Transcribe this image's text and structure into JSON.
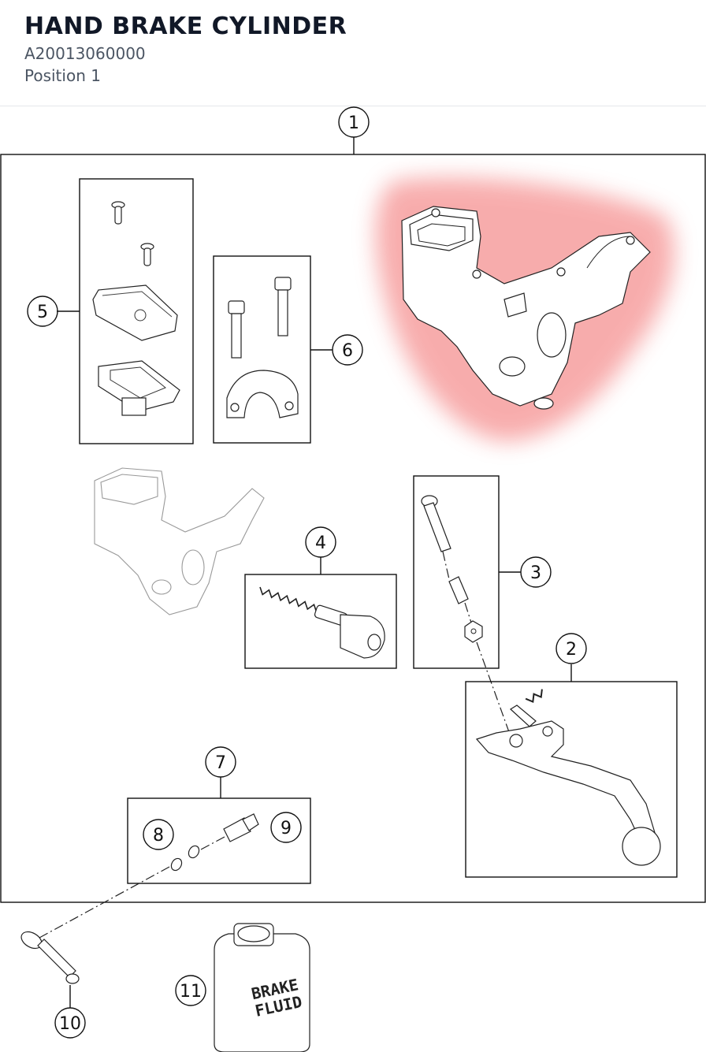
{
  "header": {
    "title": "HAND BRAKE CYLINDER",
    "part_number": "A20013060000",
    "position": "Position 1"
  },
  "callouts": {
    "c1": "1",
    "c2": "2",
    "c3": "3",
    "c4": "4",
    "c5": "5",
    "c6": "6",
    "c7": "7",
    "c8": "8",
    "c9": "9",
    "c10": "10",
    "c11": "11"
  },
  "bottle": {
    "line1": "BRAKE",
    "line2": "FLUID"
  },
  "colors": {
    "highlight": "#f26b6b",
    "line": "#111111"
  }
}
